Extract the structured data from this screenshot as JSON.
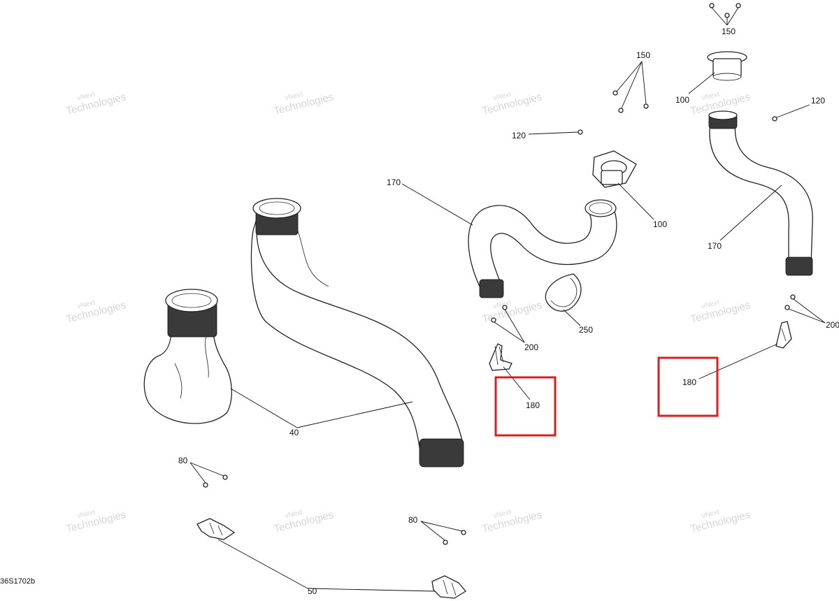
{
  "figure_id": "36S1702b",
  "callouts": {
    "c150_top": "150",
    "c150": "150",
    "c100_top": "100",
    "c120_right": "120",
    "c120_mid": "120",
    "c170_mid": "170",
    "c100_mid": "100",
    "c170_right": "170",
    "c200_right": "200",
    "c200_mid": "200",
    "c250": "250",
    "c180_mid": "180",
    "c180_right": "180",
    "c40": "40",
    "c80_left": "80",
    "c80_mid": "80",
    "c50": "50"
  },
  "watermark": {
    "line1": "vNext",
    "line2": "Technologies",
    "line3": "vNext Technologies"
  },
  "highlight_color": "#d62020"
}
